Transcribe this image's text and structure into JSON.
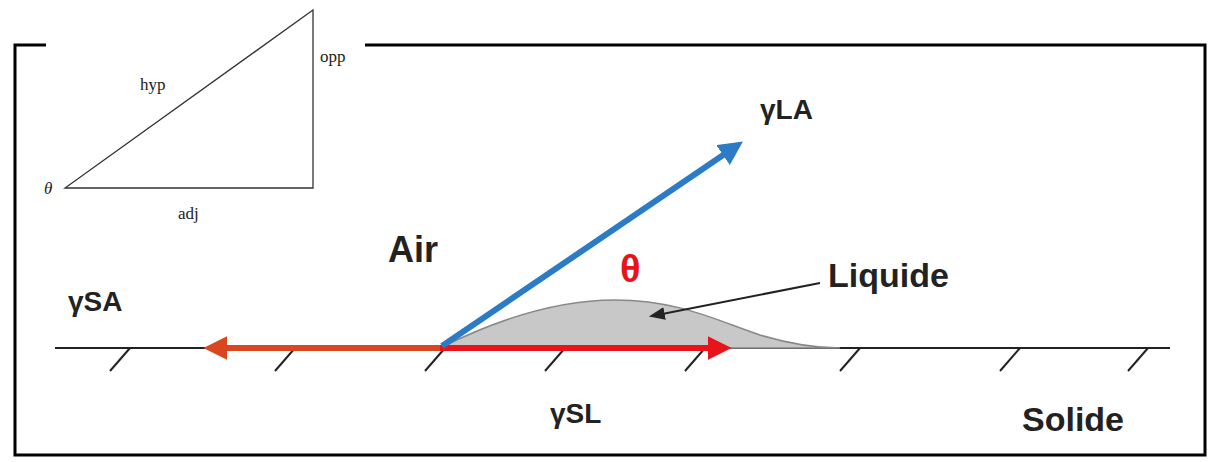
{
  "diagram": {
    "labels": [
      "hyp",
      "opp",
      "θ",
      "adj",
      "γLA",
      "Air",
      "θ",
      "Liquide",
      "γSA",
      "γSL",
      "Solide"
    ]
  }
}
